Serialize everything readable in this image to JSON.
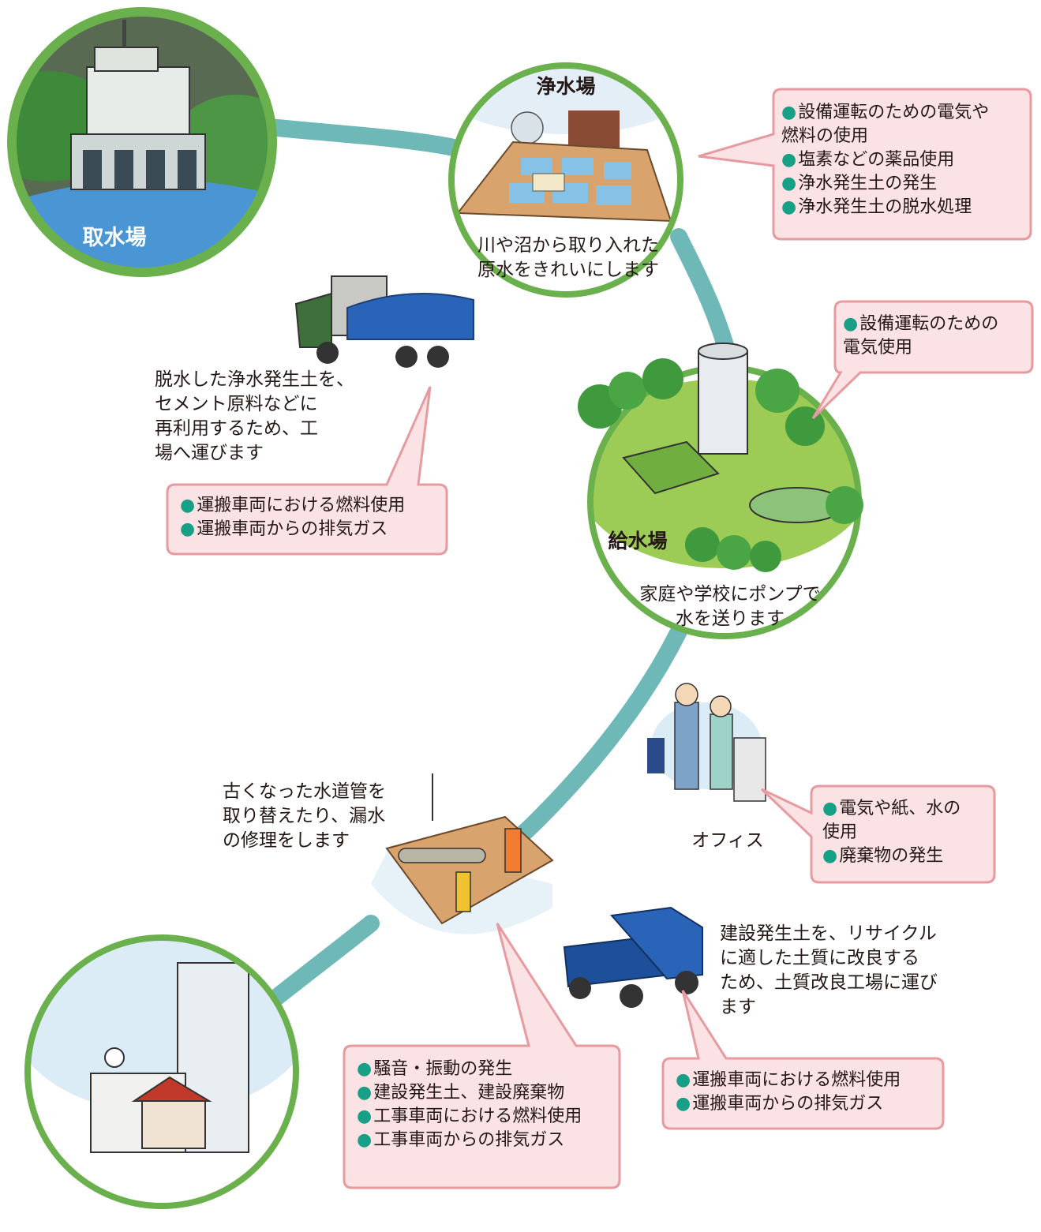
{
  "colors": {
    "pipe": "#6fb8b8",
    "ring": "#6ab04c",
    "callout_fill": "#fbe2e4",
    "callout_stroke": "#e79aa0",
    "bullet": "#17a085"
  },
  "intake": {
    "label": "取水場"
  },
  "purification": {
    "title": "浄水場",
    "caption": "川や沼から取り入れた\n原水をきれいにします",
    "callout": [
      "設備運転のための電気や\n燃料の使用",
      "塩素などの薬品使用",
      "浄水発生土の発生",
      "浄水発生土の脱水処理"
    ]
  },
  "supply": {
    "title": "給水場",
    "caption": "家庭や学校にポンプで\n水を送ります",
    "callout": [
      "設備運転のための\n電気使用"
    ]
  },
  "truck_sludge": {
    "caption": "脱水した浄水発生土を、\nセメント原料などに\n再利用するため、工\n場へ運びます",
    "callout": [
      "運搬車両における燃料使用",
      "運搬車両からの排気ガス"
    ]
  },
  "office": {
    "label": "オフィス",
    "callout": [
      "電気や紙、水の\n使用",
      "廃棄物の発生"
    ]
  },
  "pipe_work": {
    "caption": "古くなった水道管を\n取り替えたり、漏水\nの修理をします",
    "callout": [
      "騒音・振動の発生",
      "建設発生土、建設廃棄物",
      "工事車両における燃料使用",
      "工事車両からの排気ガス"
    ]
  },
  "truck_soil": {
    "caption": "建設発生土を、リサイクル\nに適した土質に改良する\nため、土質改良工場に運び\nます",
    "callout": [
      "運搬車両における燃料使用",
      "運搬車両からの排気ガス"
    ]
  }
}
